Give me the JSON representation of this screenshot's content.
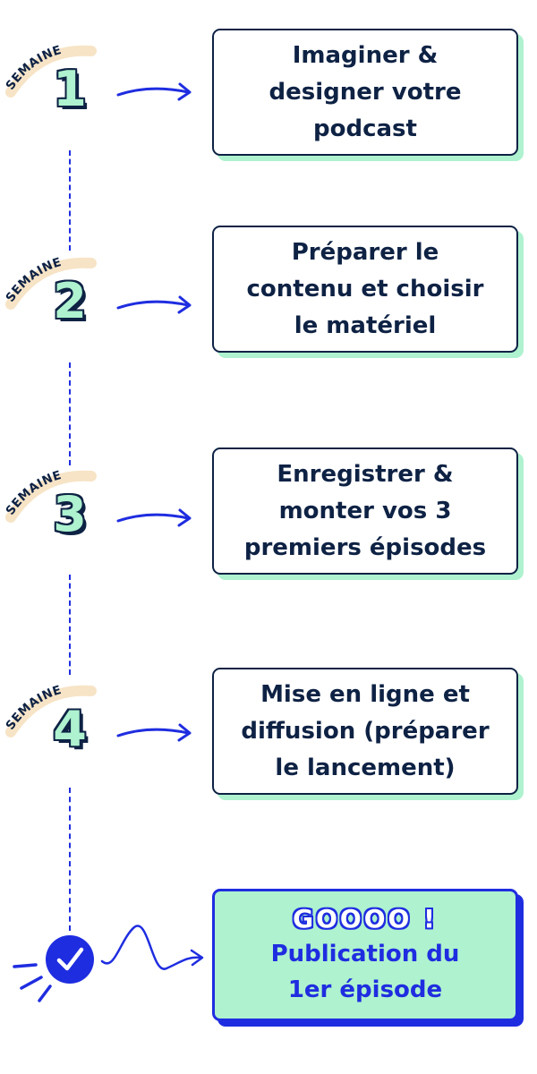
{
  "week_label": "SEMAINE",
  "colors": {
    "navy": "#0e2244",
    "mint": "#aef2cf",
    "blue": "#1f2de0",
    "peach": "#f7e4c6"
  },
  "steps": [
    {
      "number": "1",
      "text": "Imaginer &\ndesigner votre\npodcast"
    },
    {
      "number": "2",
      "text": "Préparer le\ncontenu et choisir\nle matériel"
    },
    {
      "number": "3",
      "text": "Enregistrer &\nmonter vos 3\npremiers épisodes"
    },
    {
      "number": "4",
      "text": "Mise en ligne et\ndiffusion (préparer\nle lancement)"
    }
  ],
  "final": {
    "headline": "GOOOO !",
    "text": "Publication du\n1er épisode",
    "icon": "check-icon"
  }
}
